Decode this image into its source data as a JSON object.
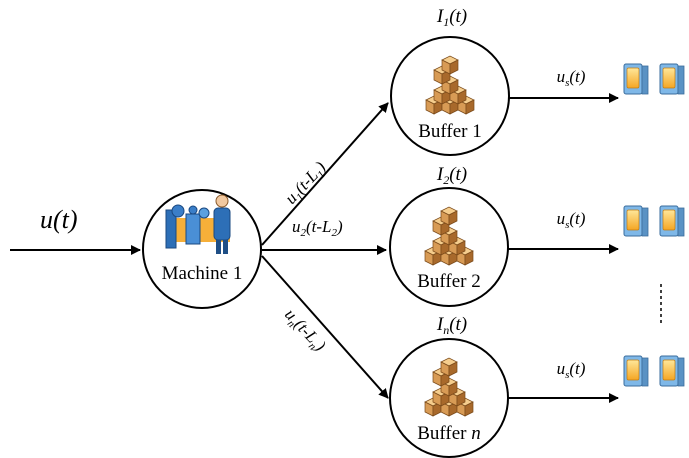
{
  "input": {
    "u": "u",
    "t": "(t)"
  },
  "machine": {
    "label": "Machine 1",
    "icon": "machine-operator-icon"
  },
  "branches": [
    {
      "u": "u",
      "sub": "1",
      "mid": "(t-L",
      "lsub": "1",
      "tail": ")"
    },
    {
      "u": "u",
      "sub": "2",
      "mid": "(t-L",
      "lsub": "2",
      "tail": ")"
    },
    {
      "u": "u",
      "sub": "n",
      "mid": "(t-L",
      "lsub": "n",
      "tail": ")"
    }
  ],
  "buffers": [
    {
      "label": "Buffer 1",
      "inv_sub": "1",
      "icon": "boxes-stack-icon"
    },
    {
      "label": "Buffer 2",
      "inv_sub": "2",
      "icon": "boxes-stack-icon"
    },
    {
      "label": "Buffer ",
      "label_it": "n",
      "inv_sub": "n",
      "icon": "boxes-stack-icon"
    }
  ],
  "inventory": {
    "letter": "I",
    "arg": "(t)"
  },
  "outflow": {
    "u": "u",
    "sub": "s",
    "arg": "(t)"
  },
  "product_icon": "cereal-box-icon",
  "continuation": "ellipsis-vertical"
}
